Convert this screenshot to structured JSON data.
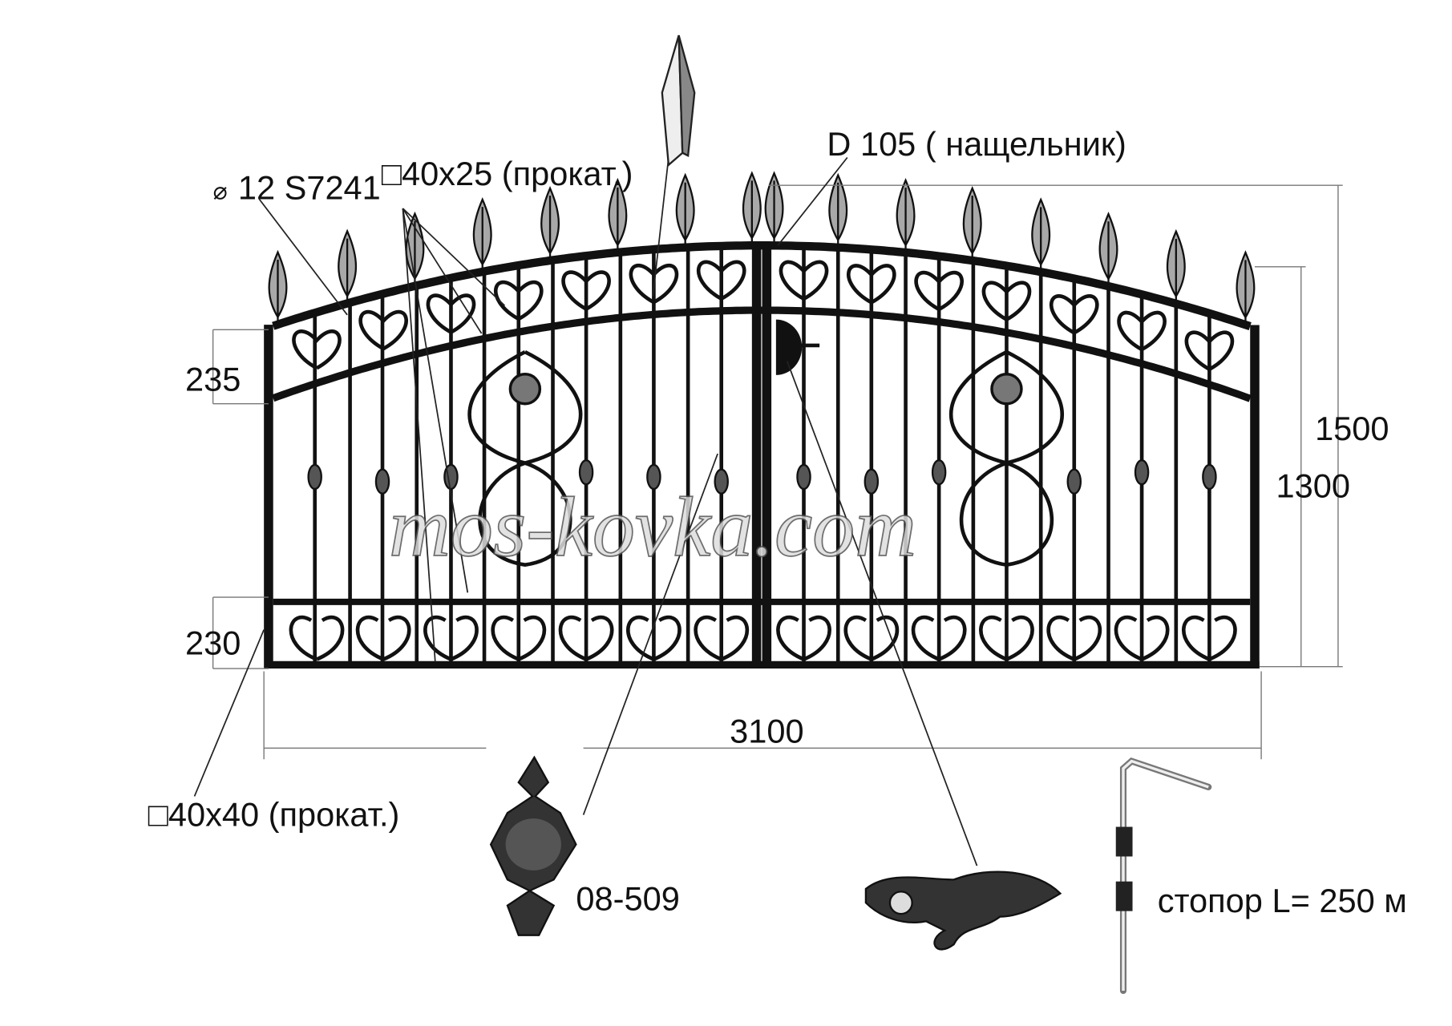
{
  "labels": {
    "finial_code": "12 S7241",
    "finial_symbol": "⌀",
    "rail_profile": "□40x25 (прокат.)",
    "cover_strip": "D 105 ( нащельник)",
    "top_panel_height": "235",
    "bottom_panel_height": "230",
    "total_height": "1500",
    "leaf_height": "1300",
    "total_width": "3100",
    "post_profile": "□40x40 (прокат.)",
    "collar_code": "08-509",
    "stopper": "стопор L= 250 м"
  },
  "watermark": "mos-kovka.com",
  "colors": {
    "metal": "#111111",
    "finial_fill": "#a8a8a8",
    "dim_line": "#777777"
  }
}
